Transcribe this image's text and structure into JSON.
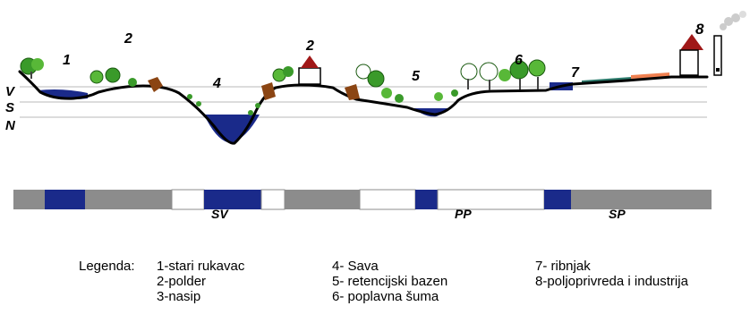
{
  "profile_labels": {
    "n1": "1",
    "n2_top": "2",
    "n2_polder": "2",
    "n4": "4",
    "n5": "5",
    "n6": "6",
    "n7": "7",
    "n8": "8",
    "level_v": "V",
    "level_s": "S",
    "level_n": "N"
  },
  "strip_labels": {
    "sv": "SV",
    "pp": "PP",
    "sp": "SP"
  },
  "legend": {
    "title": "Legenda:",
    "col1": [
      "1-stari rukavac",
      "2-polder",
      "3-nasip"
    ],
    "col2": [
      "4- Sava",
      "5- retencijski bazen",
      "6- poplavna šuma"
    ],
    "col3": [
      "7- ribnjak",
      "8-poljoprivreda i industrija"
    ]
  },
  "colors": {
    "water": "#1a2a8a",
    "strip_gray": "#8c8c8c",
    "vegetation": "#3a9a2a",
    "dike": "#8b4513",
    "roof": "#a01818",
    "fields": "#f08050"
  }
}
